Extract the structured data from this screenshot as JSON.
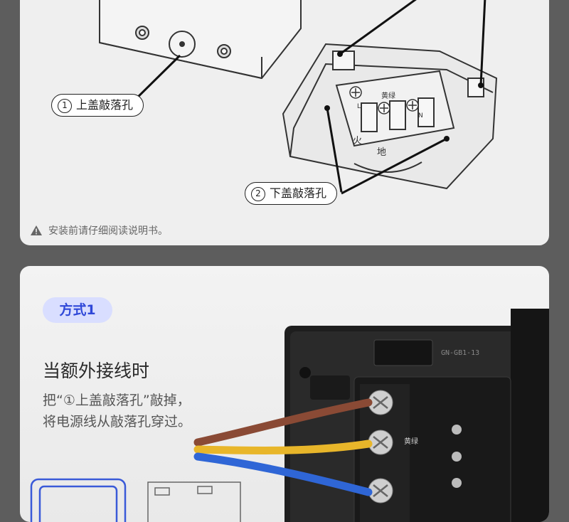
{
  "top_panel": {
    "callout_1": {
      "number": "1",
      "label": "上盖敲落孔"
    },
    "callout_2": {
      "number": "2",
      "label": "下盖敲落孔"
    },
    "terminal_label_center": "黄绿",
    "terminal_label_left": "L",
    "terminal_label_right": "N",
    "terminal_bottom_left": "火",
    "terminal_bottom_right": "地",
    "notice": "安装前请仔细阅读说明书。"
  },
  "bottom_panel": {
    "method_badge": "方式1",
    "headline": "当额外接线时",
    "description_line1": "把“①上盖敲落孔”敲掉，",
    "description_line2": "将电源线从敲落孔穿过。",
    "model_code": "GN-GB1-13",
    "terminal_label": "黄绿"
  },
  "colors": {
    "background": "#5d5d5d",
    "card": "#efefef",
    "badge_bg": "#d9deff",
    "badge_text": "#2f48d8",
    "wire_brown": "#8a4a35",
    "wire_yellow": "#e8b62a",
    "wire_blue": "#2f66d6"
  }
}
